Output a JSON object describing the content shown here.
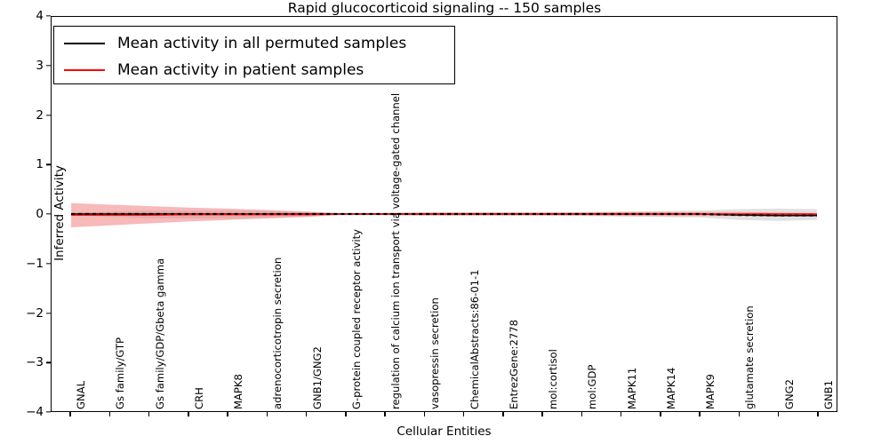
{
  "chart_data": {
    "type": "line",
    "title": "Rapid glucocorticoid signaling -- 150 samples",
    "xlabel": "Cellular Entities",
    "ylabel": "Inferred Activity",
    "ylim": [
      -4,
      4
    ],
    "yticks": [
      4,
      3,
      2,
      1,
      0,
      -1,
      -2,
      -3,
      -4
    ],
    "ytick_labels": [
      "4",
      "3",
      "2",
      "1",
      "0",
      "−1",
      "−2",
      "−3",
      "−4"
    ],
    "grid": false,
    "legend_position": "upper left",
    "categories": [
      "GNAL",
      "Gs family/GTP",
      "Gs family/GDP/Gbeta gamma",
      "CRH",
      "MAPK8",
      "adrenocorticotropin secretion",
      "GNB1/GNG2",
      "G-protein coupled receptor activity",
      "regulation of calcium ion transport via voltage-gated channel",
      "vasopressin secretion",
      "ChemicalAbstracts:86-01-1",
      "EntrezGene:2778",
      "mol:cortisol",
      "mol:GDP",
      "MAPK11",
      "MAPK14",
      "MAPK9",
      "glutamate secretion",
      "GNG2",
      "GNB1"
    ],
    "series": [
      {
        "name": "Mean activity in all permuted samples",
        "color": "#000000",
        "band_color": "#c8c8c8",
        "style": "dotted-line",
        "values": [
          0.0,
          0.0,
          0.0,
          0.0,
          0.0,
          0.0,
          0.0,
          0.0,
          0.0,
          0.0,
          0.0,
          0.0,
          0.0,
          0.0,
          0.0,
          0.0,
          0.0,
          -0.02,
          -0.03,
          -0.03
        ],
        "band_lower": [
          -0.03,
          -0.06,
          -0.09,
          -0.09,
          -0.09,
          -0.07,
          -0.05,
          -0.01,
          -0.02,
          -0.03,
          -0.03,
          -0.03,
          -0.03,
          -0.04,
          -0.05,
          -0.06,
          -0.07,
          -0.12,
          -0.14,
          -0.12
        ],
        "band_upper": [
          0.03,
          0.05,
          0.07,
          0.07,
          0.07,
          0.06,
          0.04,
          0.01,
          0.02,
          0.03,
          0.03,
          0.03,
          0.03,
          0.04,
          0.05,
          0.06,
          0.07,
          0.1,
          0.11,
          0.1
        ]
      },
      {
        "name": "Mean activity in patient samples",
        "color": "#ff0000",
        "band_color": "#f08080",
        "style": "solid-line",
        "values": [
          -0.02,
          -0.02,
          -0.02,
          -0.01,
          -0.01,
          -0.01,
          -0.01,
          0.0,
          0.0,
          0.0,
          0.0,
          0.0,
          0.0,
          0.0,
          0.0,
          0.0,
          0.0,
          0.0,
          0.0,
          0.0
        ],
        "band_lower": [
          -0.27,
          -0.23,
          -0.19,
          -0.15,
          -0.12,
          -0.09,
          -0.06,
          -0.01,
          -0.02,
          -0.03,
          -0.03,
          -0.03,
          -0.03,
          -0.03,
          -0.04,
          -0.04,
          -0.04,
          -0.04,
          -0.03,
          -0.02
        ],
        "band_upper": [
          0.22,
          0.19,
          0.16,
          0.13,
          0.11,
          0.08,
          0.05,
          0.01,
          0.02,
          0.03,
          0.03,
          0.03,
          0.03,
          0.03,
          0.04,
          0.04,
          0.04,
          0.04,
          0.03,
          0.02
        ]
      }
    ]
  },
  "legend": {
    "entries": [
      {
        "label": "Mean activity in all permuted samples",
        "color": "#000000"
      },
      {
        "label": "Mean activity in patient samples",
        "color": "#ff0000"
      }
    ]
  }
}
